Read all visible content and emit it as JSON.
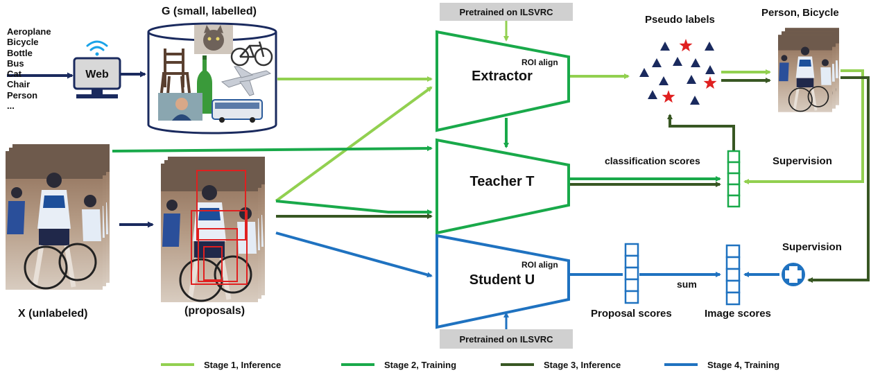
{
  "classes": [
    "Aeroplane",
    "Bicycle",
    "Bottle",
    "Bus",
    "Cat",
    "Chair",
    "Person",
    "..."
  ],
  "web_label": "Web",
  "g_label": "G (small, labelled)",
  "x_label": "X (unlabeled)",
  "proposals_label": "(proposals)",
  "pretrained_top": "Pretrained on ILSVRC",
  "pretrained_bottom": "Pretrained on ILSVRC",
  "extractor": {
    "name": "Extractor",
    "roi": "ROI align"
  },
  "teacher": {
    "name": "Teacher T"
  },
  "student": {
    "name": "Student U",
    "roi": "ROI align"
  },
  "pseudo_labels": "Pseudo labels",
  "person_bicycle": "Person, Bicycle",
  "classification_scores": "classification scores",
  "supervision_top": "Supervision",
  "supervision_bottom": "Supervision",
  "sum_label": "sum",
  "proposal_scores": "Proposal scores",
  "image_scores": "Image scores",
  "legend": [
    {
      "label": "Stage 1, Inference",
      "color": "#92d050"
    },
    {
      "label": "Stage 2, Training",
      "color": "#19a94a"
    },
    {
      "label": "Stage 3, Inference",
      "color": "#385723"
    },
    {
      "label": "Stage 4, Training",
      "color": "#1f72c0"
    }
  ],
  "colors": {
    "stage1": "#92d050",
    "stage2": "#19a94a",
    "stage3": "#385723",
    "stage4": "#1f72c0",
    "navy": "#1a2a5e",
    "red": "#e02020"
  }
}
